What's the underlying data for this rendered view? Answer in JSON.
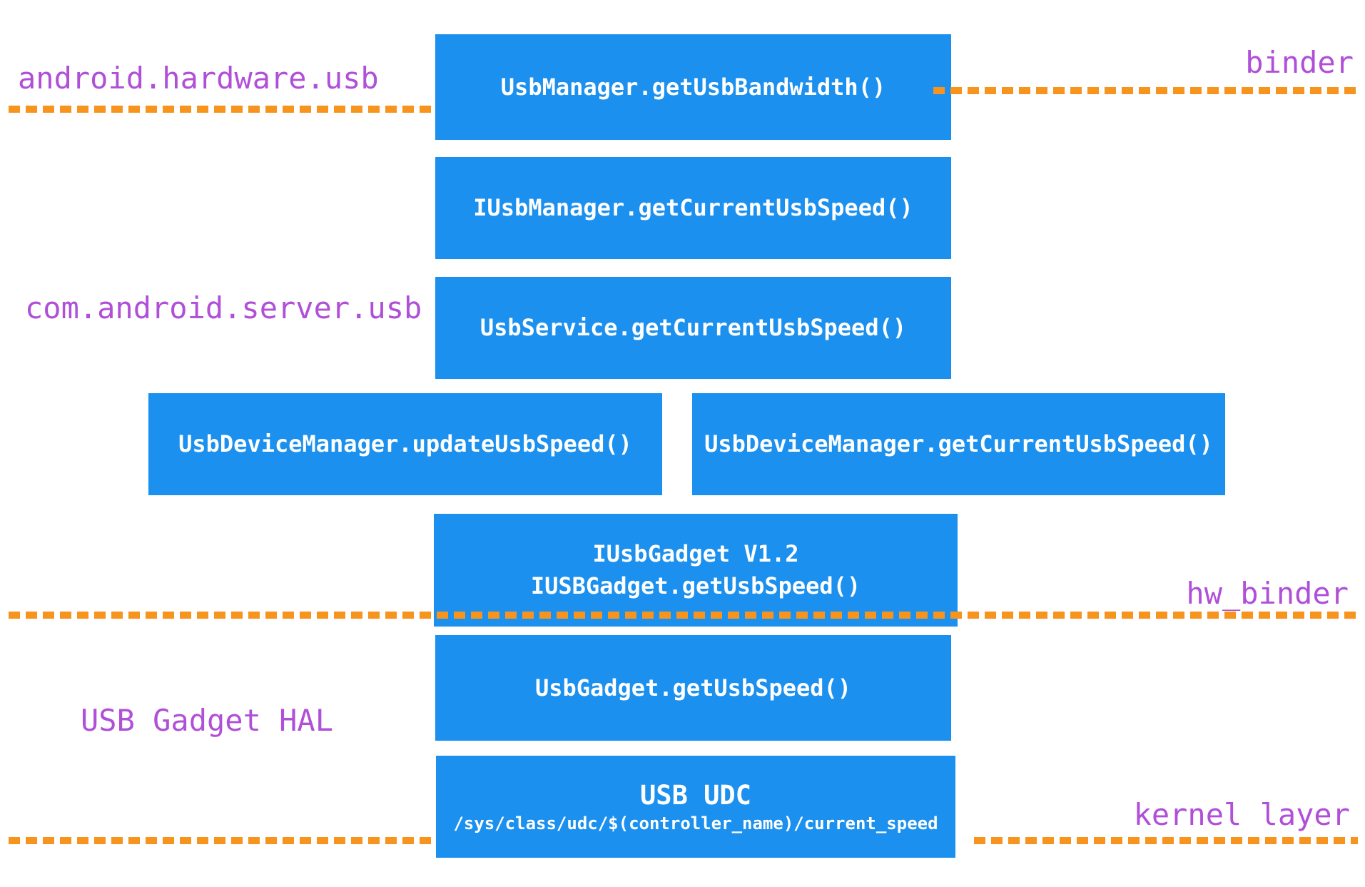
{
  "diagram": {
    "title_semantic": "Android USB speed / bandwidth call stack diagram",
    "colors": {
      "box_blue": "#1b90ee",
      "box_text_white": "#ffffff",
      "label_purple": "#b04fd8",
      "dash_orange": "#f7941d"
    },
    "boxes": [
      {
        "id": "usbmanager",
        "lines": [
          "UsbManager.getUsbBandwidth()"
        ]
      },
      {
        "id": "iusbmanager",
        "lines": [
          "IUsbManager.getCurrentUsbSpeed()"
        ]
      },
      {
        "id": "usbservice",
        "lines": [
          "UsbService.getCurrentUsbSpeed()"
        ]
      },
      {
        "id": "updateusbspeed",
        "lines": [
          "UsbDeviceManager.updateUsbSpeed()"
        ]
      },
      {
        "id": "getcurrentusbspeed",
        "lines": [
          "UsbDeviceManager.getCurrentUsbSpeed()"
        ]
      },
      {
        "id": "iusbgadget",
        "lines": [
          "IUsbGadget V1.2",
          "IUSBGadget.getUsbSpeed()"
        ]
      },
      {
        "id": "usbgadget",
        "lines": [
          "UsbGadget.getUsbSpeed()"
        ]
      },
      {
        "id": "usbudc",
        "lines": [
          "USB UDC",
          "/sys/class/udc/$(controller_name)/current_speed"
        ]
      }
    ],
    "layer_labels": [
      {
        "id": "android-hardware-usb",
        "text": "android.hardware.usb",
        "side": "left"
      },
      {
        "id": "binder",
        "text": "binder",
        "side": "right"
      },
      {
        "id": "com-android-server",
        "text": "com.android.server.usb",
        "side": "left"
      },
      {
        "id": "hw-binder",
        "text": "hw_binder",
        "side": "right"
      },
      {
        "id": "usb-gadget-hal",
        "text": "USB Gadget HAL",
        "side": "left"
      },
      {
        "id": "kernel-layer",
        "text": "kernel layer",
        "side": "right"
      }
    ],
    "boundary_lines": [
      {
        "id": "binder-left",
        "style": "orange-dashed"
      },
      {
        "id": "binder-right",
        "style": "orange-dashed"
      },
      {
        "id": "hw-binder",
        "style": "orange-dashed"
      },
      {
        "id": "kernel-left",
        "style": "orange-dashed"
      },
      {
        "id": "kernel-right",
        "style": "orange-dashed"
      }
    ]
  }
}
